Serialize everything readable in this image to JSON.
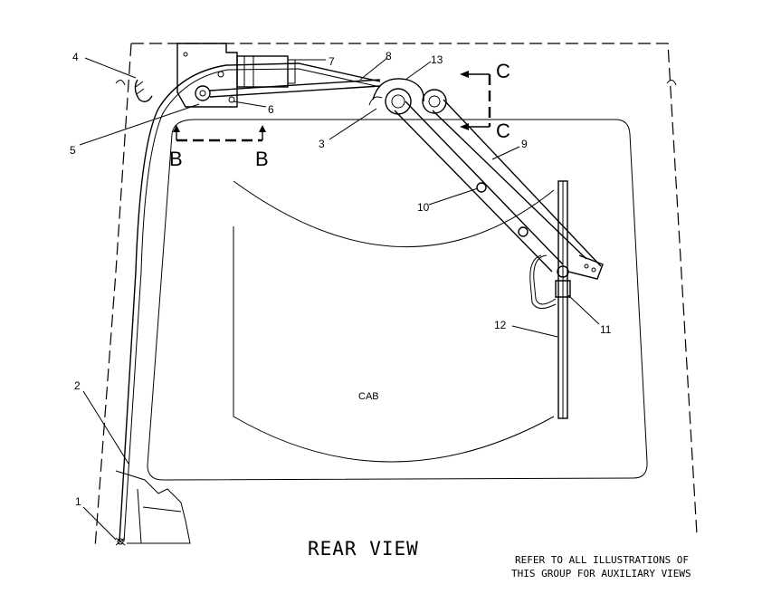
{
  "callouts": {
    "c1": "1",
    "c2": "2",
    "c3": "3",
    "c4": "4",
    "c5": "5",
    "c6": "6",
    "c7": "7",
    "c8": "8",
    "c9": "9",
    "c10": "10",
    "c11": "11",
    "c12": "12",
    "c13": "13"
  },
  "sections": {
    "b_left": "B",
    "b_right": "B",
    "c_top": "C",
    "c_bottom": "C"
  },
  "cab_label": "CAB",
  "view_title": "REAR VIEW",
  "note": {
    "line1": "REFER TO ALL ILLUSTRATIONS OF",
    "line2": "THIS GROUP FOR AUXILIARY VIEWS"
  }
}
